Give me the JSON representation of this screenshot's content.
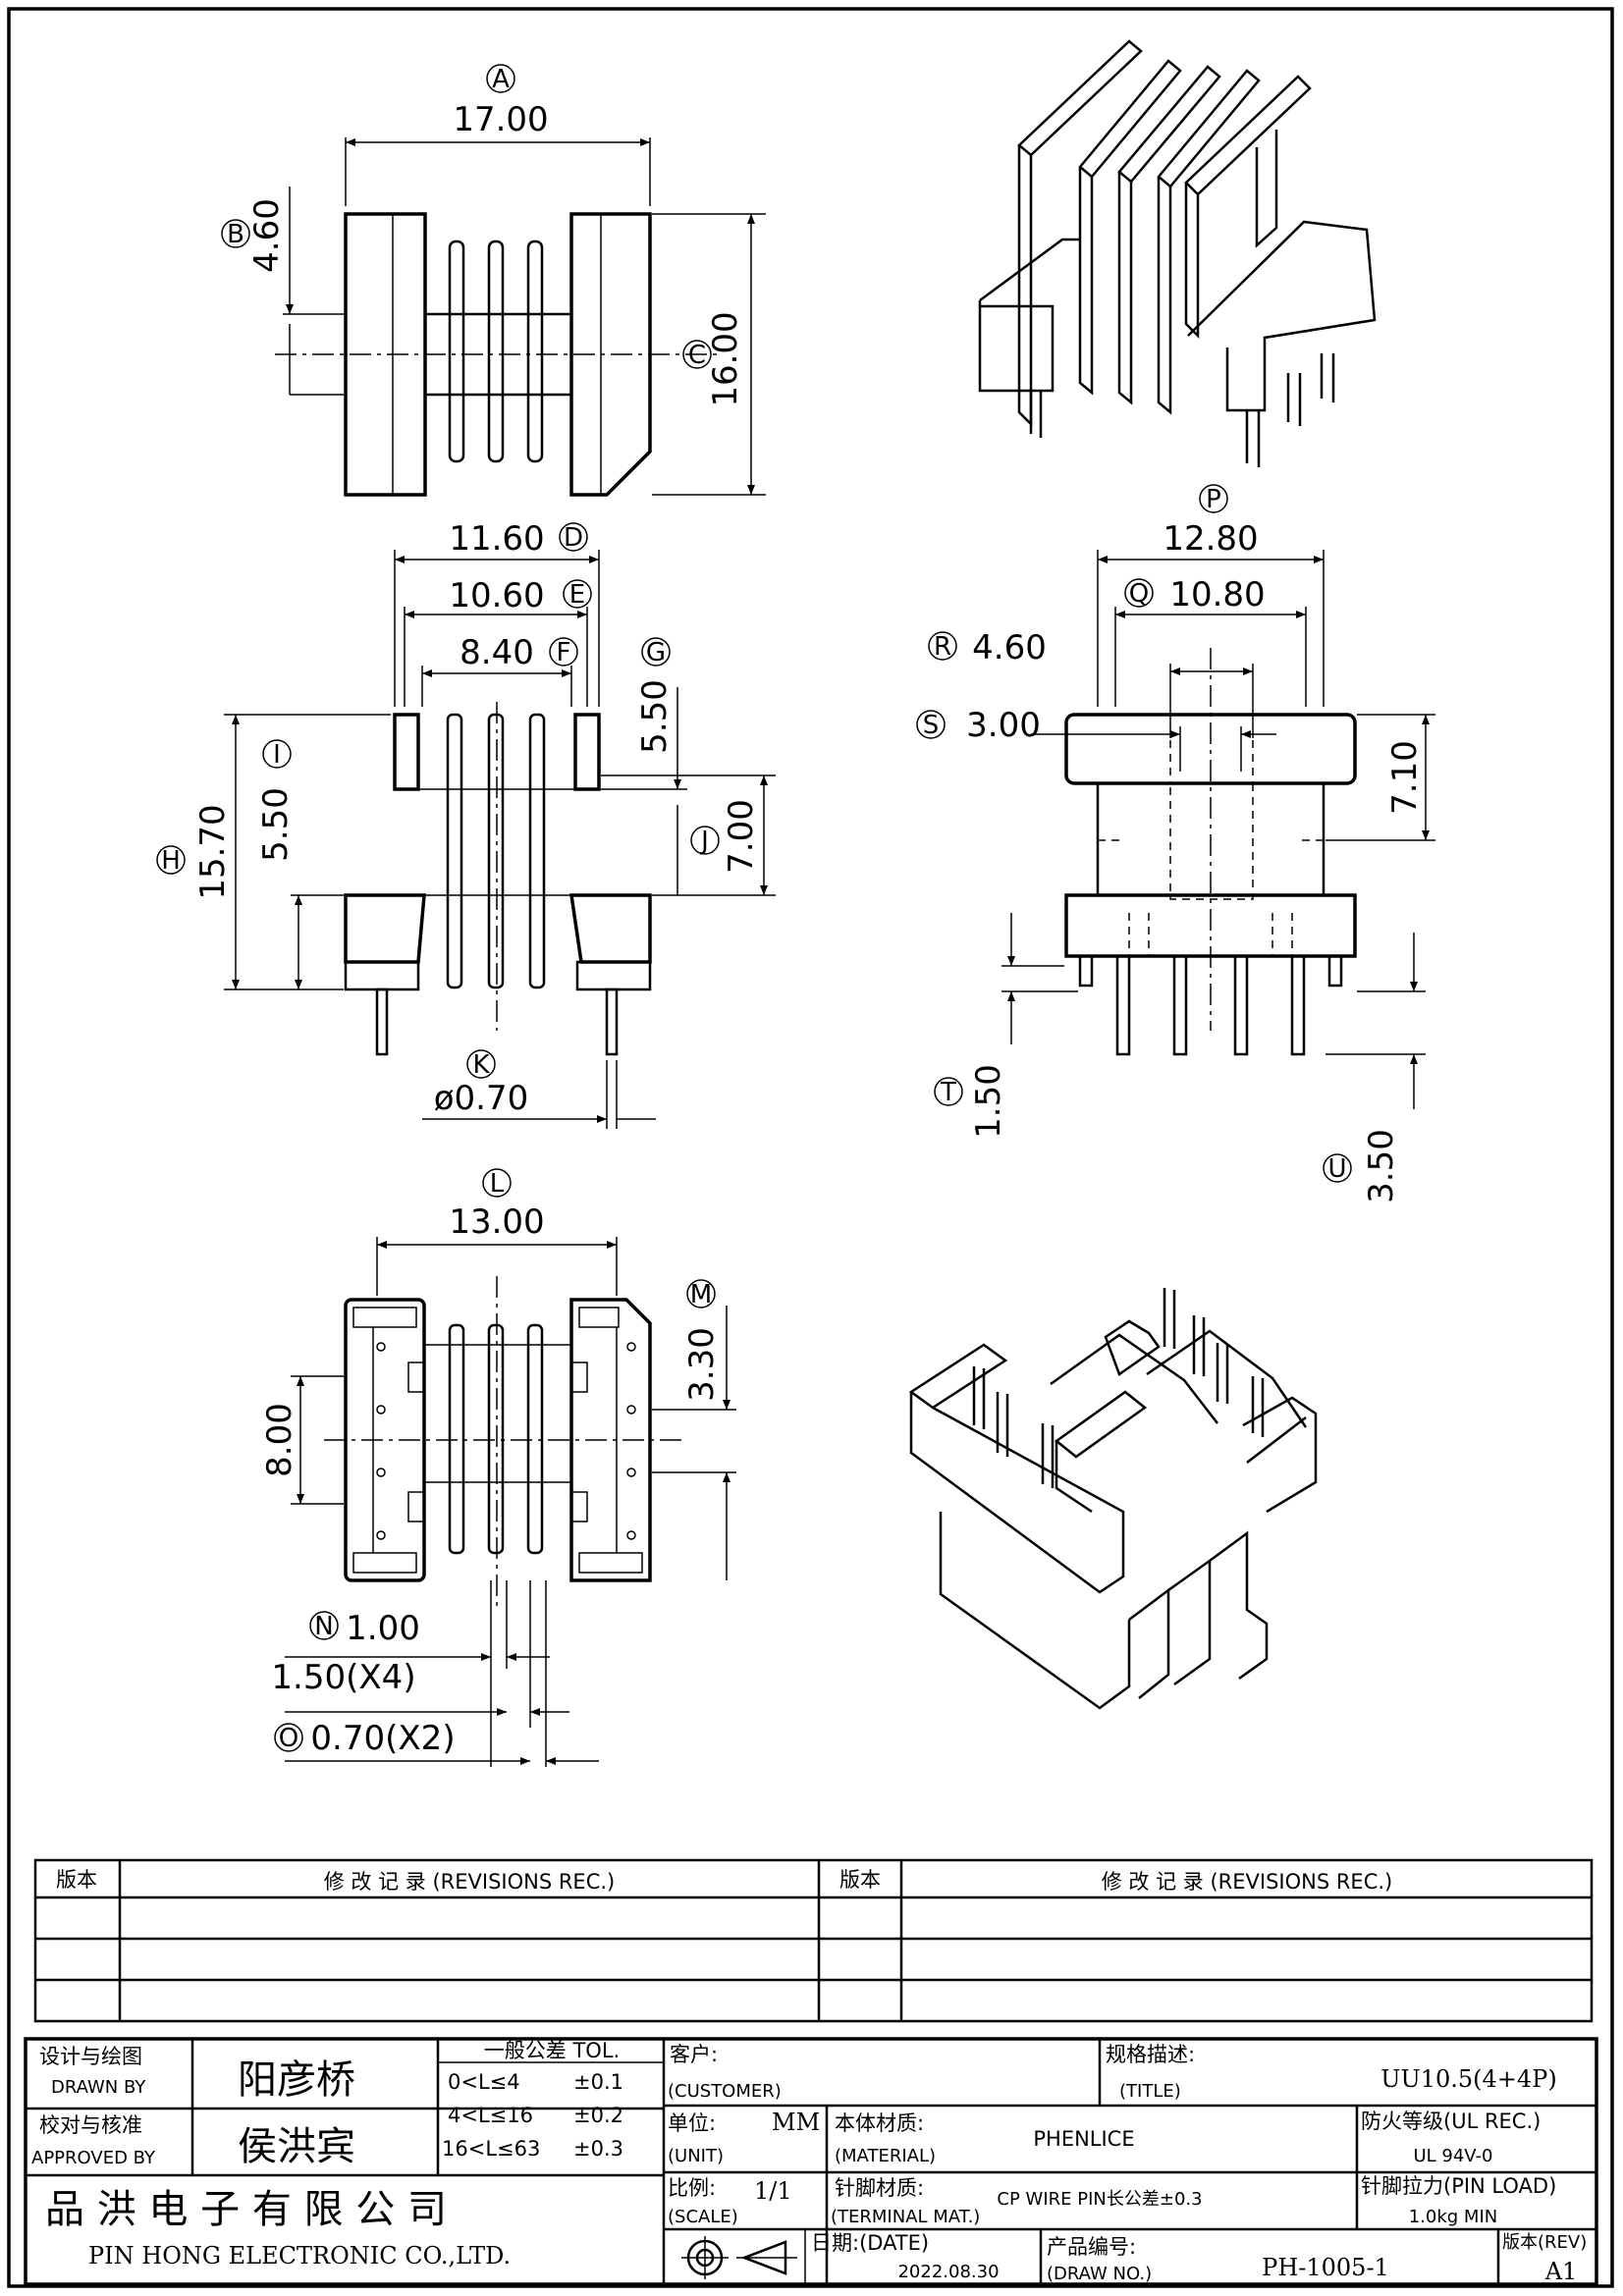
{
  "dimensions": {
    "A": {
      "letter": "A",
      "value": "17.00"
    },
    "B": {
      "letter": "B",
      "value": "4.60"
    },
    "C": {
      "letter": "C",
      "value": "16.00"
    },
    "D": {
      "letter": "D",
      "value": "11.60"
    },
    "E": {
      "letter": "E",
      "value": "10.60"
    },
    "F": {
      "letter": "F",
      "value": "8.40"
    },
    "G": {
      "letter": "G",
      "value": "5.50"
    },
    "H": {
      "letter": "H",
      "value": "15.70"
    },
    "I": {
      "letter": "I",
      "value": "5.50"
    },
    "J": {
      "letter": "J",
      "value": "7.00"
    },
    "K": {
      "letter": "K",
      "value": "ø0.70"
    },
    "L": {
      "letter": "L",
      "value": "13.00"
    },
    "M": {
      "letter": "M",
      "value": "3.30"
    },
    "N": {
      "letter": "N",
      "value": "1.00"
    },
    "O": {
      "letter": "O",
      "value": "0.70(X2)"
    },
    "P": {
      "letter": "P",
      "value": "12.80"
    },
    "Q": {
      "letter": "Q",
      "value": "10.80"
    },
    "R": {
      "letter": "R",
      "value": "4.60"
    },
    "S": {
      "letter": "S",
      "value": "3.00"
    },
    "T": {
      "letter": "T",
      "value": "1.50"
    },
    "U": {
      "letter": "U",
      "value": "3.50"
    },
    "width_8": {
      "value": "8.00"
    },
    "pitch_x4": {
      "value": "1.50(X4)"
    },
    "height_710": {
      "value": "7.10"
    }
  },
  "revisions": {
    "col_version": "版本",
    "col_records": "修 改 记 录 (REVISIONS REC.)"
  },
  "title_block": {
    "drawn_by_cn": "设计与绘图",
    "drawn_by_en": "DRAWN BY",
    "drawn_by_name": "阳彦桥",
    "approved_by_cn": "校对与核准",
    "approved_by_en": "APPROVED BY",
    "approved_by_name": "侯洪宾",
    "tolerance_header": "一般公差 TOL.",
    "tolerance_rows": [
      {
        "range": "0<L≤4",
        "tol": "±0.1"
      },
      {
        "range": "4<L≤16",
        "tol": "±0.2"
      },
      {
        "range": "16<L≤63",
        "tol": "±0.3"
      }
    ],
    "company_cn": "品 洪 电 子 有 限 公 司",
    "company_en": "PIN HONG ELECTRONIC CO.,LTD.",
    "customer_cn": "客户:",
    "customer_en": "(CUSTOMER)",
    "title_cn": "规格描述:",
    "title_en": "(TITLE)",
    "title_value": "UU10.5(4+4P)",
    "unit_cn": "单位:",
    "unit_en": "(UNIT)",
    "unit_value": "MM",
    "material_cn": "本体材质:",
    "material_en": "(MATERIAL)",
    "material_value": "PHENLICE",
    "flame_cn": "防火等级(UL REC.)",
    "flame_value": "UL 94V-0",
    "scale_cn": "比例:",
    "scale_en": "(SCALE)",
    "scale_value": "1/1",
    "terminal_cn": "针脚材质:",
    "terminal_en": "(TERMINAL MAT.)",
    "terminal_value": "CP WIRE PIN长公差±0.3",
    "pin_load_cn": "针脚拉力(PIN LOAD)",
    "pin_load_value": "1.0kg MIN",
    "date_cn": "日期:(DATE)",
    "date_value": "2022.08.30",
    "drawno_cn": "产品编号:",
    "drawno_en": "(DRAW NO.)",
    "drawno_value": "PH-1005-1",
    "rev_cn": "版本(REV)",
    "rev_value": "A1"
  }
}
